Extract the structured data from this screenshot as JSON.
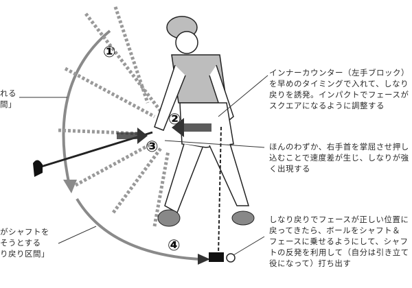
{
  "annotations": {
    "left_top": [
      "れる",
      "間」"
    ],
    "left_bottom": [
      "がシャフトを",
      "そうとする",
      "り戻り区間」"
    ],
    "right_1": [
      "インナーカウンター（左手ブロック）",
      "を早めのタイミングで入れて、しなり",
      "戻りを誘発。インパクトでフェースが",
      "スクエアになるように調整する"
    ],
    "right_2": [
      "ほんのわずか、右手首を掌屈させ押し",
      "込むことで速度差が生じ、しなりが強",
      "く出現する"
    ],
    "right_3": [
      "しなり戻りでフェースが正しい位置に",
      "戻ってきたら、ボールをシャフト＆",
      "フェースに乗せるようにして、シャフ",
      "トの反発を利用して（自分は引き立て",
      "役になって）打ち出す"
    ]
  },
  "markers": [
    "①",
    "②",
    "③",
    "④"
  ],
  "colors": {
    "arc": "#8a8a8a",
    "shirt": "#bdbdbd",
    "arrow": "#333333"
  }
}
